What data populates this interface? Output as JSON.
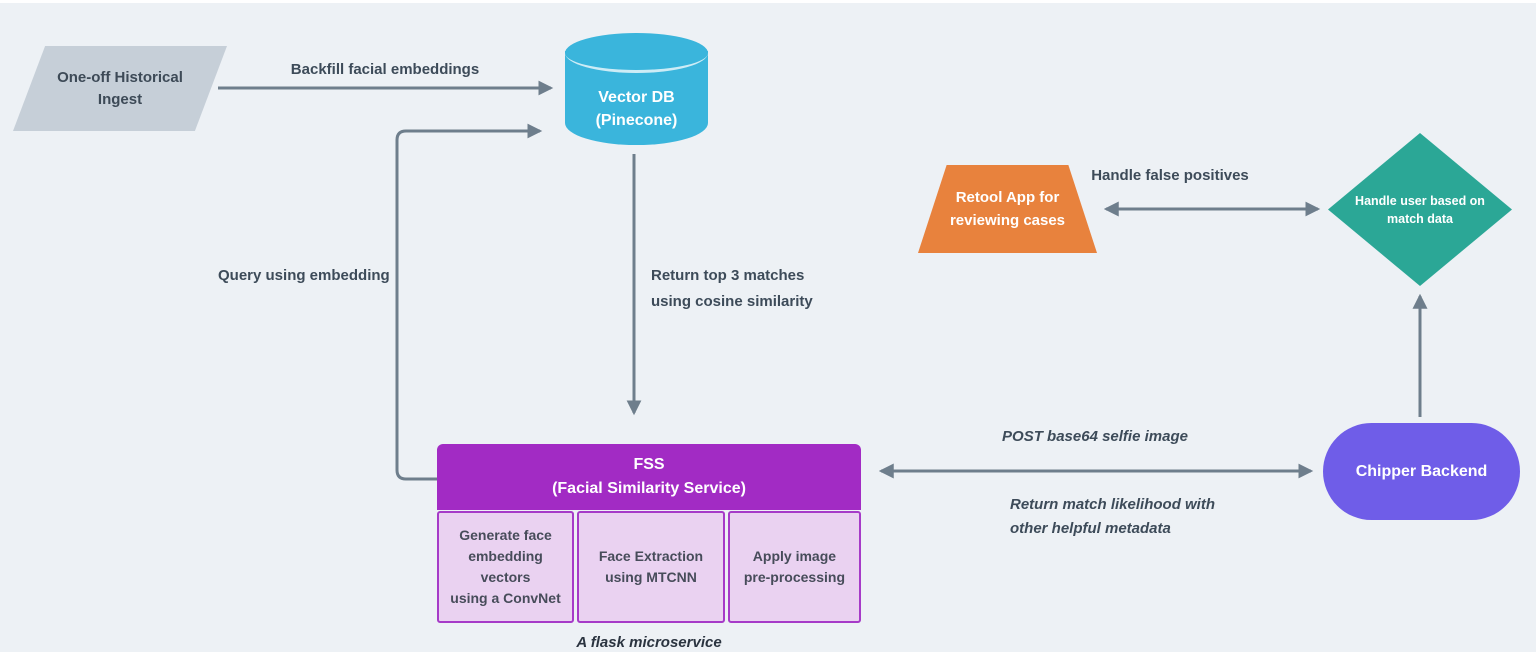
{
  "diagram": {
    "background_color": "#edf1f5",
    "arrow_color": "#6e7e8c",
    "nodes": {
      "ingest": {
        "type": "parallelogram",
        "color": "#c6cfd8",
        "text_color": "#3d4a57",
        "lines": [
          "One-off Historical",
          "Ingest"
        ]
      },
      "vector_db": {
        "type": "cylinder",
        "color": "#3ab5dc",
        "text_color": "#ffffff",
        "lines": [
          "Vector DB",
          "(Pinecone)"
        ]
      },
      "fss": {
        "type": "process-group",
        "header_color": "#a22bc4",
        "header_text_color": "#ffffff",
        "lines": [
          "FSS",
          "(Facial Similarity Service)"
        ],
        "sub_box_fill": "#ead2f1",
        "sub_box_border": "#a63bc8",
        "sub_boxes": [
          {
            "lines": [
              "Generate face",
              "embedding",
              "vectors",
              "using a ConvNet"
            ]
          },
          {
            "lines": [
              "Face Extraction",
              "using MTCNN"
            ]
          },
          {
            "lines": [
              "Apply image",
              "pre-processing"
            ]
          }
        ],
        "caption": "A flask microservice"
      },
      "retool": {
        "type": "trapezoid",
        "color": "#e8823d",
        "text_color": "#ffffff",
        "lines": [
          "Retool App for",
          "reviewing cases"
        ]
      },
      "decision": {
        "type": "diamond",
        "color": "#2ba796",
        "text_color": "#ffffff",
        "lines": [
          "Handle user based on",
          "match data"
        ]
      },
      "chipper": {
        "type": "pill",
        "color": "#6f5de8",
        "text_color": "#ffffff",
        "lines": [
          "Chipper Backend"
        ]
      }
    },
    "edges": {
      "backfill": {
        "label": "Backfill facial embeddings",
        "from": "ingest",
        "to": "vector_db"
      },
      "query": {
        "label": "Query using embedding",
        "from": "fss",
        "to": "vector_db"
      },
      "return_matches": {
        "lines": [
          "Return top 3 matches",
          "using cosine similarity"
        ],
        "from": "vector_db",
        "to": "fss"
      },
      "false_positives": {
        "label": "Handle false positives",
        "from": "retool",
        "to": "decision",
        "bidirectional": true
      },
      "chipper_to_decision": {
        "from": "chipper",
        "to": "decision"
      },
      "post_selfie": {
        "label": "POST base64 selfie image",
        "from": "chipper",
        "to": "fss",
        "bidirectional": true
      },
      "return_match": {
        "lines": [
          "Return match likelihood with",
          "other helpful metadata"
        ],
        "from": "fss",
        "to": "chipper"
      }
    }
  }
}
